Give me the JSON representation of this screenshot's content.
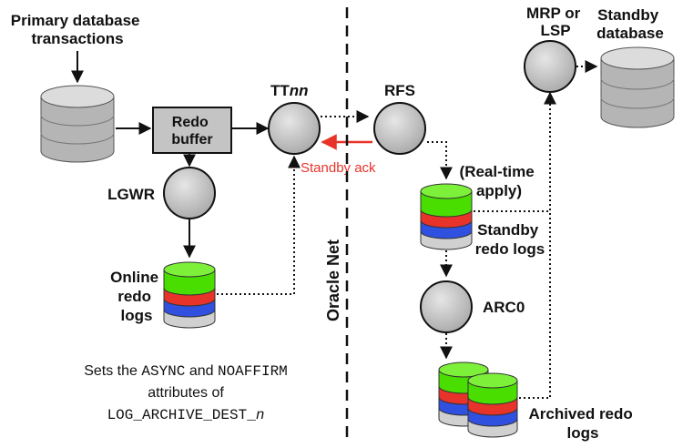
{
  "colors": {
    "line": "#111111",
    "node_fill": "#c8c8c8",
    "box_fill": "#c8c8c8",
    "db_fill": "#c0c0c0",
    "ack": "#e8332a",
    "log_layers": [
      "#4ade00",
      "#e8332a",
      "#3050e0",
      "#d0d0d0"
    ]
  },
  "labels": {
    "primary_line1": "Primary database",
    "primary_line2": "transactions",
    "redo_buffer_line1": "Redo",
    "redo_buffer_line2": "buffer",
    "lgwr": "LGWR",
    "online_line1": "Online",
    "online_line2": "redo",
    "online_line3": "logs",
    "ttnn_prefix": "TT",
    "ttnn_suffix": "nn",
    "rfs": "RFS",
    "standby_ack": "Standby ack",
    "oracle_net": "Oracle Net",
    "realtime_line1": "(Real-time",
    "realtime_line2": "apply)",
    "standby_redo_line1": "Standby",
    "standby_redo_line2": "redo logs",
    "arc0": "ARC0",
    "archived_line1": "Archived redo",
    "archived_line2": "logs",
    "mrp_line1": "MRP or",
    "mrp_line2": "LSP",
    "standby_db_line1": "Standby",
    "standby_db_line2": "database"
  },
  "caption": {
    "line1_pre": "Sets the ",
    "line1_async": "ASYNC",
    "line1_mid": " and ",
    "line1_noaffirm": "NOAFFIRM",
    "line2": "attributes of",
    "line3_code": "LOG_ARCHIVE_DEST_",
    "line3_var": "n"
  }
}
